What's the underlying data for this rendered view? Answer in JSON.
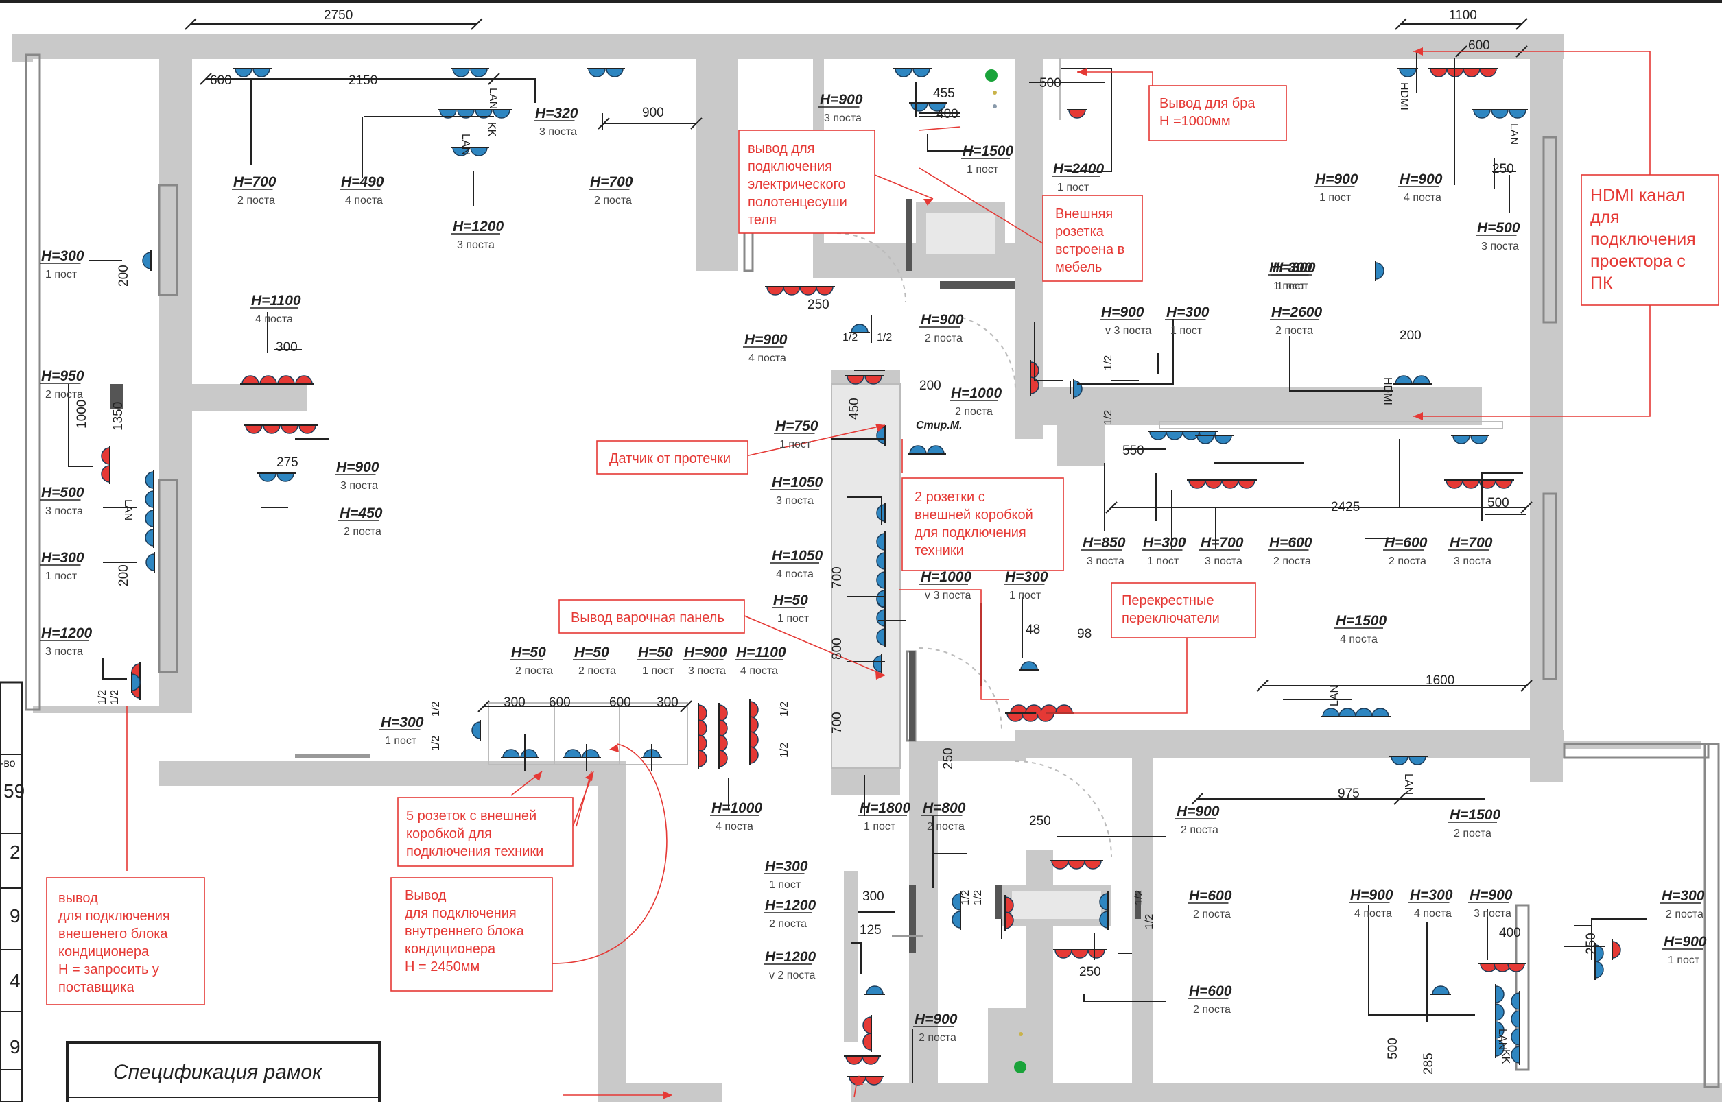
{
  "colors": {
    "wall": "#c9c9c9",
    "wall_light": "#e8e8e8",
    "blue": "#2e86c1",
    "red": "#e53935",
    "line": "#222222",
    "note": "#e53935",
    "green": "#1aa33a"
  },
  "dims_top": {
    "d2750": "2750",
    "d1100": "1100",
    "d600a": "600",
    "d600b": "600",
    "d2150": "2150",
    "d900a": "900",
    "d500": "500",
    "d455": "455",
    "d400": "400",
    "d250a": "250",
    "d300a": "300",
    "d275": "275",
    "d200a": "200",
    "d1000": "1000",
    "d1350": "1350",
    "d200b": "200",
    "d250b": "250",
    "d450": "450",
    "d200c": "200",
    "d550": "550",
    "d2425": "2425",
    "d500b": "500",
    "d700a": "700",
    "d800": "800",
    "d700b": "700",
    "d98": "98",
    "d48": "48",
    "d1600": "1600",
    "d975": "975",
    "d250c": "250",
    "d250d": "250",
    "d300b": "300",
    "d125": "125",
    "d250e": "250",
    "d400b": "400",
    "d250f": "250",
    "d500c": "500",
    "d285": "285",
    "d300c": "300",
    "d600c": "600",
    "d600d": "600",
    "d300d": "300",
    "half1": "1/2",
    "half2": "1/2",
    "half3": "1/2",
    "half4": "1/2",
    "half5": "1/2",
    "half6": "1/2",
    "half7": "1/2",
    "half8": "1/2",
    "half9": "1/2",
    "half10": "1/2",
    "half11": "1/2",
    "half12": "1/2",
    "half13": "1/2",
    "half14": "1/2"
  },
  "heights": [
    {
      "h": "H=700",
      "s": "2 поста"
    },
    {
      "h": "H=490",
      "s": "4 поста"
    },
    {
      "h": "H=320",
      "s": "3 поста"
    },
    {
      "h": "H=1200",
      "s": "3 поста"
    },
    {
      "h": "H=700",
      "s": "2 поста"
    },
    {
      "h": "H=900",
      "s": "3 поста"
    },
    {
      "h": "H=1500",
      "s": "1 пост"
    },
    {
      "h": "H=2400",
      "s": "1 пост"
    },
    {
      "h": "H=900",
      "s": "1 пост"
    },
    {
      "h": "H=900",
      "s": "4 поста"
    },
    {
      "h": "H=500",
      "s": "3 поста"
    },
    {
      "h": "H=300",
      "s": "1 пост"
    },
    {
      "h": "H=1100",
      "s": "4 поста"
    },
    {
      "h": "H=950",
      "s": "2 поста"
    },
    {
      "h": "H=900",
      "s": "3 поста"
    },
    {
      "h": "H=450",
      "s": "2 поста"
    },
    {
      "h": "H=500",
      "s": "3 поста"
    },
    {
      "h": "H=300",
      "s": "1 пост"
    },
    {
      "h": "H=1200",
      "s": "3 поста"
    },
    {
      "h": "H=300",
      "s": "1 пост"
    },
    {
      "h": "H=900",
      "s": "4 поста"
    },
    {
      "h": "H=900",
      "s": "2 поста"
    },
    {
      "h": "H=1000",
      "s": "2 поста"
    },
    {
      "h": "H=750",
      "s": "1 пост"
    },
    {
      "h": "H=1050",
      "s": "3 поста"
    },
    {
      "h": "H=1050",
      "s": "4 поста"
    },
    {
      "h": "H=50",
      "s": "1 пост"
    },
    {
      "h": "H=1000",
      "s": "v 3 поста"
    },
    {
      "h": "H=300",
      "s": "1 пост"
    },
    {
      "h": "H=900",
      "s": "v 3 поста"
    },
    {
      "h": "H=300",
      "s": "1 пост"
    },
    {
      "h": "H=300",
      "s": "1 пост"
    },
    {
      "h": "H=2600",
      "s": "2 поста"
    },
    {
      "h": "H=850",
      "s": "3 поста"
    },
    {
      "h": "H=300",
      "s": "1 пост"
    },
    {
      "h": "H=700",
      "s": "3 поста"
    },
    {
      "h": "H=600",
      "s": "2 поста"
    },
    {
      "h": "H=600",
      "s": "2 поста"
    },
    {
      "h": "H=700",
      "s": "3 поста"
    },
    {
      "h": "H=1500",
      "s": "4 поста"
    },
    {
      "h": "H=50",
      "s": "2 поста"
    },
    {
      "h": "H=50",
      "s": "2 поста"
    },
    {
      "h": "H=50",
      "s": "1 пост"
    },
    {
      "h": "H=900",
      "s": "3 поста"
    },
    {
      "h": "H=1100",
      "s": "4 поста"
    },
    {
      "h": "H=300",
      "s": "1 пост"
    },
    {
      "h": "H=1000",
      "s": "4 поста"
    },
    {
      "h": "H=1800",
      "s": "1 пост"
    },
    {
      "h": "H=800",
      "s": "2 поста"
    },
    {
      "h": "H=900",
      "s": "2 поста"
    },
    {
      "h": "H=1500",
      "s": "2 поста"
    },
    {
      "h": "H=300",
      "s": "1 пост"
    },
    {
      "h": "H=1200",
      "s": "2 поста"
    },
    {
      "h": "H=1200",
      "s": "v 2 поста"
    },
    {
      "h": "H=600",
      "s": "2 поста"
    },
    {
      "h": "H=600",
      "s": "2 поста"
    },
    {
      "h": "H=900",
      "s": "2 поста"
    },
    {
      "h": "H=900",
      "s": "4 поста"
    },
    {
      "h": "H=300",
      "s": "4 поста"
    },
    {
      "h": "H=900",
      "s": "3 поста"
    },
    {
      "h": "H=300",
      "s": "2 поста"
    },
    {
      "h": "H=900",
      "s": "1 пост"
    }
  ],
  "notes": {
    "bra": [
      "Вывод для бра",
      "H =1000мм"
    ],
    "towel": [
      "вывод для",
      "подключения",
      "электрического",
      "полотенцесуши",
      "теля"
    ],
    "ext_socket": [
      "Внешняя",
      "розетка",
      "встроена в",
      "мебель"
    ],
    "hdmi": [
      "HDMI канал",
      "для",
      "подключения",
      "проектора с",
      "ПК"
    ],
    "leak": [
      "Датчик от протечки"
    ],
    "two_sockets": [
      "2 розетки с",
      "внешней коробкой",
      "для подключения",
      "техники"
    ],
    "hob": [
      "Вывод варочная панель"
    ],
    "cross": [
      "Перекрестные",
      "переключатели"
    ],
    "five_sockets": [
      "5 розеток с внешней",
      "коробкой для",
      "подключения техники"
    ],
    "indoor": [
      "Вывод",
      "для подключения",
      "внутреннего блока",
      "кондиционера",
      "H = 2450мм"
    ],
    "outdoor": [
      "вывод",
      "для подключения",
      "внешенего блока",
      "кондиционера",
      "H = запросить у",
      "поставщика"
    ]
  },
  "labels": {
    "lan": "LAN",
    "kk": "KK",
    "hdmi": "HDMI",
    "stir": "Стир.М."
  },
  "spec": {
    "title": "Спецификация рамок",
    "col": "-во",
    "qty": [
      "59",
      "2",
      "9",
      "4",
      "9"
    ]
  }
}
